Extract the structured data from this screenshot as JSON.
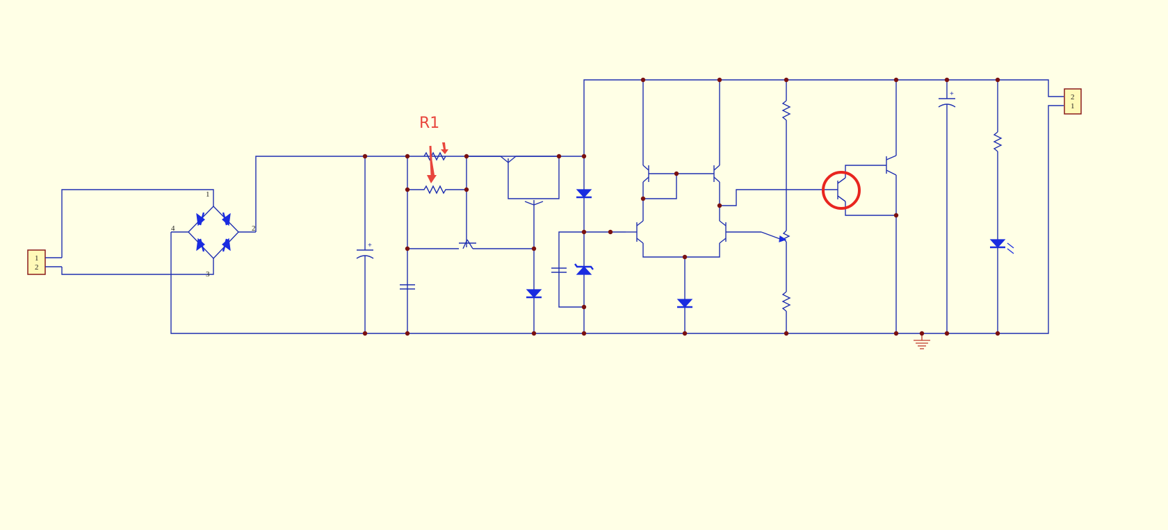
{
  "schematic": {
    "input_connector": {
      "pins": [
        "1",
        "2"
      ]
    },
    "output_connector": {
      "pins": [
        "2",
        "1"
      ]
    },
    "bridge_pins": {
      "left": "4",
      "right": "2",
      "top": "1",
      "bottom": "3"
    },
    "capacitor_polarity": "+"
  },
  "annotation": {
    "label": "R1",
    "color": "#e8453c",
    "highlight": "circle around transistor"
  },
  "colors": {
    "background": "#ffffe6",
    "wire": "#1f2fb0",
    "junction": "#7a1010",
    "ground": "#c0392b"
  }
}
